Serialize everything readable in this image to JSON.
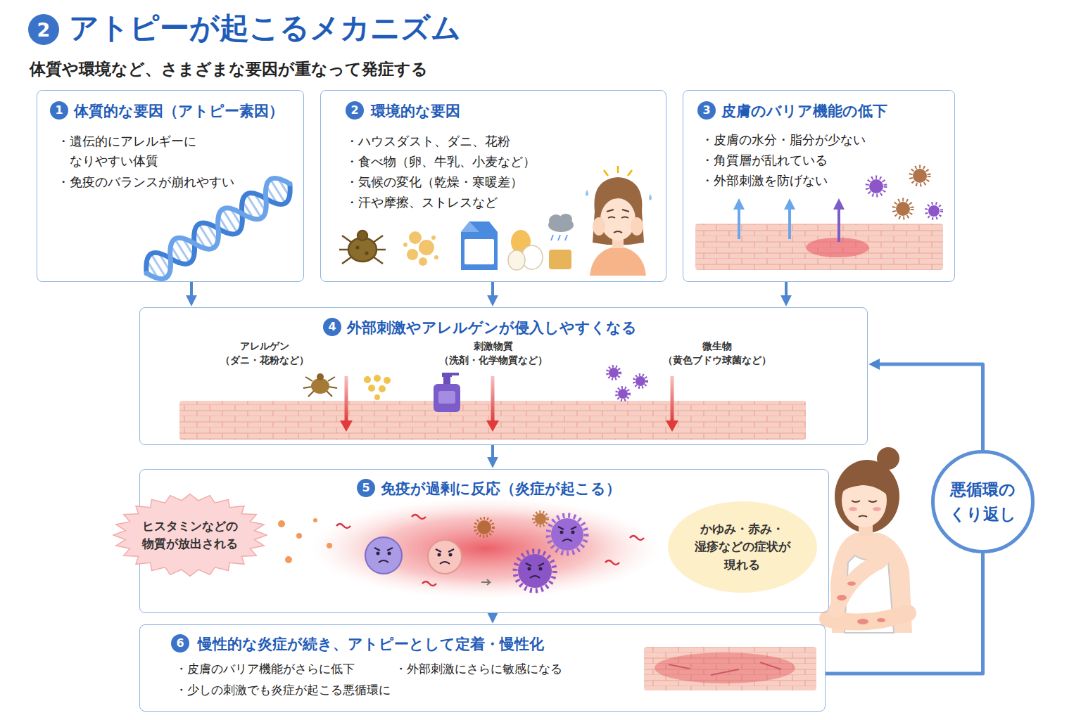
{
  "diagram": {
    "title": "アトピーが起こるメカニズム",
    "nodes": [
      {
        "text": [
          "2"
        ]
      },
      {
        "text": [
          "体質的な要因（アトピー素因）",
          "・遺伝的にアレルギーに なりやすい体質",
          "・免疫のバランスが崩れやすい"
        ]
      },
      {
        "text": [
          "1"
        ],
        "in": 1
      },
      {
        "text": [
          "環境的な要因",
          "・ハウスダスト、ダニ、花粉",
          "・食べ物（卵、牛乳、小麦など）",
          "・気候の変化（乾燥・寒暖差）",
          "・汗や摩擦、ストレスなど"
        ]
      },
      {
        "text": [
          "2"
        ],
        "in": 3
      },
      {
        "text": [
          "皮膚のバリア機能の低下",
          "・皮膚の水分・脂分が少ない",
          "・角質層が乱れている",
          "・外部刺激を防げない"
        ]
      },
      {
        "text": [
          "3"
        ],
        "in": 5
      },
      {
        "text": [
          "外部刺激やアレルゲンが侵入しやすくなる",
          "アレルゲン",
          "（ダニ・花粉など）",
          "刺激物質",
          "（洗剤・化学物質など）",
          "微生物",
          "（黄色ブドウ球菌など）"
        ]
      },
      {
        "text": [
          "4"
        ],
        "in": 7
      },
      {
        "text": [
          "免疫が過剰に反応（炎症が起こる）"
        ]
      },
      {
        "text": [
          "5"
        ],
        "in": 9
      },
      {
        "text": [
          "ヒスタミンなどの 物質が放出される"
        ],
        "in": 9
      },
      {
        "text": [
          "かゆみ・赤み・ 湿疹などの症状が 現れる"
        ],
        "in": 9
      },
      {
        "text": [
          "慢性的な炎症が続き、アトピーとして定着・慢性化",
          "・皮膚のバリア機能がさらに低下",
          "・外部刺激にさらに敏感になる",
          "・少しの刺激でも炎症が起こる悪循環に"
        ]
      },
      {
        "text": [
          "6"
        ],
        "in": 13
      },
      {
        "text": [
          "悪循環の くり返し"
        ]
      }
    ],
    "edges": [
      {
        "from": 1,
        "to": 7,
        "arrow": "to"
      },
      {
        "from": 3,
        "to": 7,
        "arrow": "to"
      },
      {
        "from": 5,
        "to": 7,
        "arrow": "to"
      },
      {
        "from": 7,
        "to": 9,
        "arrow": "to"
      },
      {
        "from": 9,
        "to": 13,
        "arrow": "to"
      },
      {
        "from": 13,
        "to": 15,
        "arrow": "none"
      },
      {
        "from": 15,
        "to": 7,
        "arrow": "to"
      }
    ],
    "labels": [
      "体質や環境など、さまざまな要因が重なって発症する"
    ]
  }
}
